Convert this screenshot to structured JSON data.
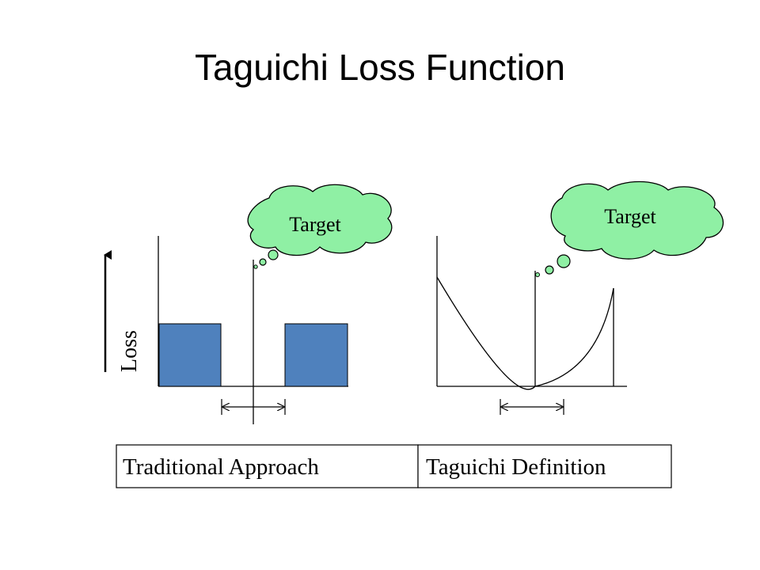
{
  "title": "Taguichi Loss Function",
  "axis": {
    "loss_label": "Loss"
  },
  "left_panel": {
    "bubble_label": "Target",
    "caption": "Traditional Approach"
  },
  "right_panel": {
    "bubble_label": "Target",
    "caption": "Taguichi Definition"
  },
  "colors": {
    "block_fill": "#4f81bd",
    "bubble_fill": "#8ff0a4",
    "line": "#000000"
  }
}
